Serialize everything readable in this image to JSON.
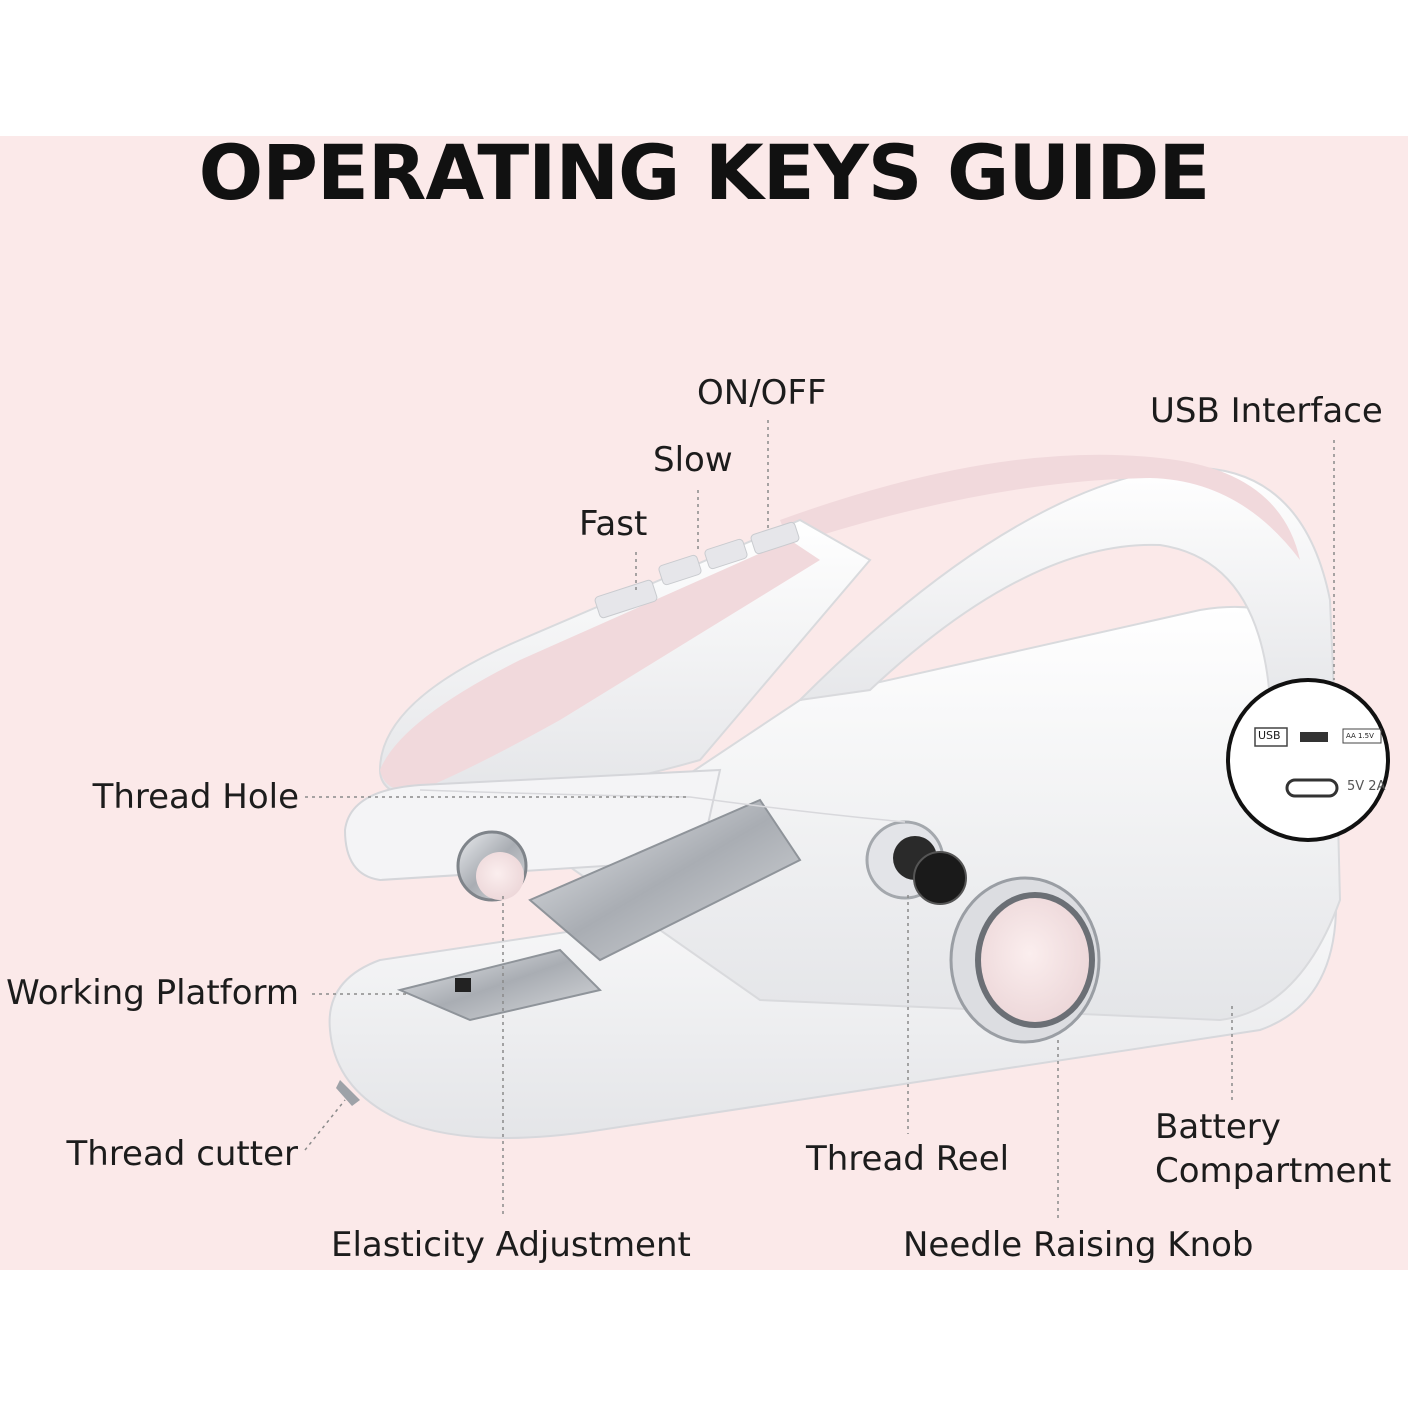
{
  "title": "OPERATING KEYS GUIDE",
  "colors": {
    "panel": "#fbe9e9",
    "body": "#f2f2f4",
    "accent": "#f1d9dc",
    "chrome": "#b8bcc2",
    "text": "#1c1c1c"
  },
  "labels": {
    "on_off": "ON/OFF",
    "slow": "Slow",
    "fast": "Fast",
    "usb_interface": "USB Interface",
    "thread_hole": "Thread Hole",
    "working_platform": "Working Platform",
    "thread_cutter": "Thread cutter",
    "thread_reel": "Thread Reel",
    "battery_line1": "Battery",
    "battery_line2": "Compartment",
    "elasticity_adjustment": "Elasticity Adjustment",
    "needle_raising_knob": "Needle Raising Knob"
  },
  "inset": {
    "usb_tag": "USB",
    "battery_tag": "AA 1.5V",
    "power_spec": "5V 2A"
  }
}
